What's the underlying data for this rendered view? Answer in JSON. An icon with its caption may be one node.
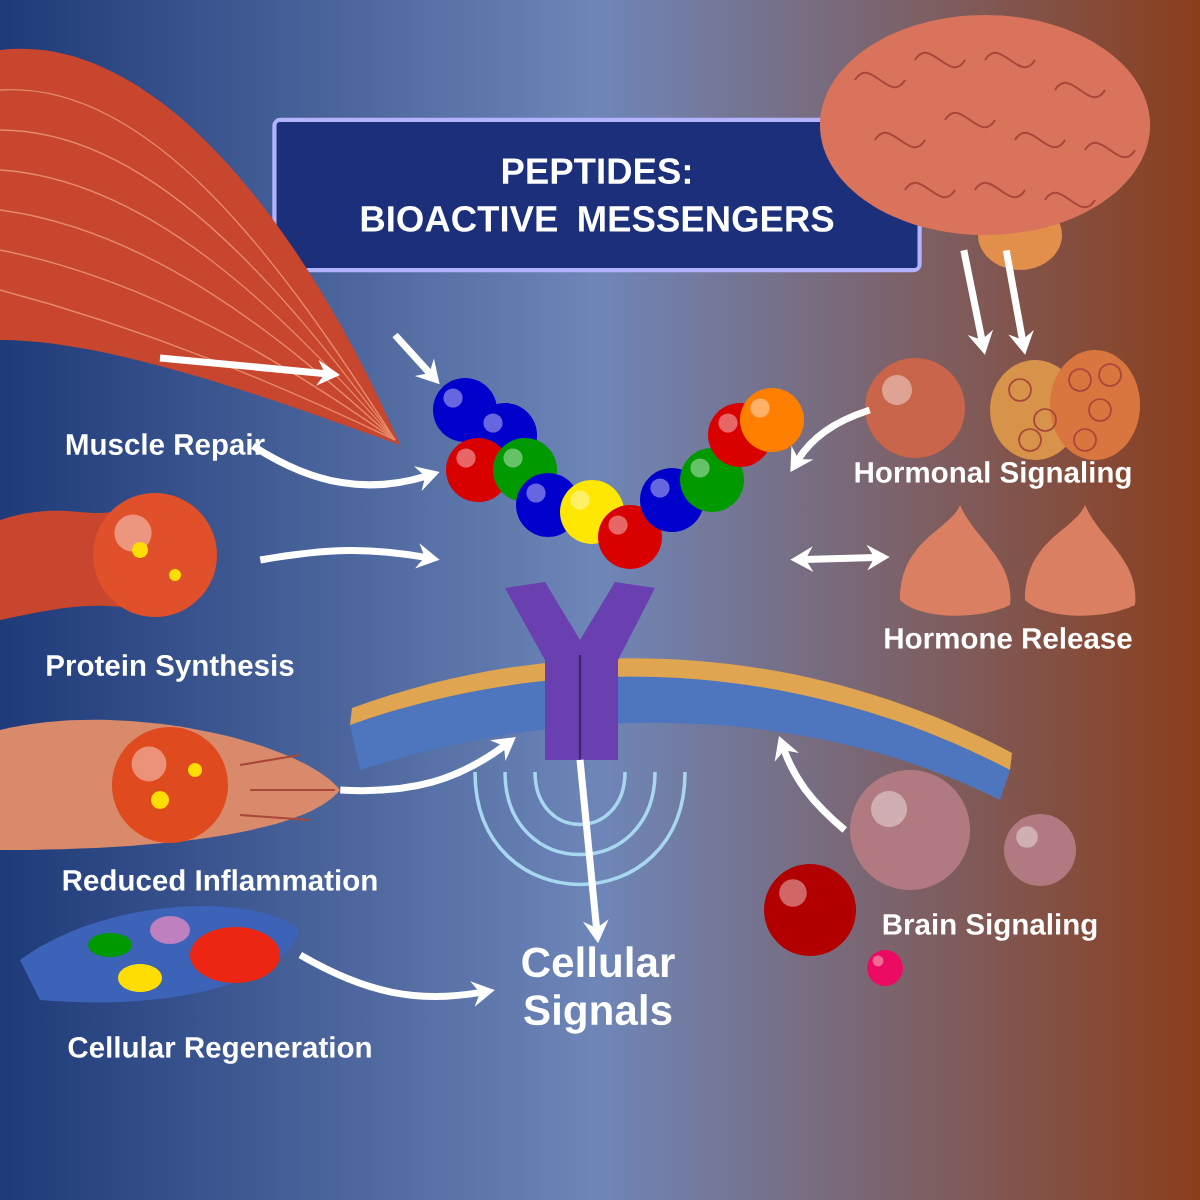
{
  "diagram": {
    "title": "PEPTIDES: BIOACTIVE MESSENGERS",
    "nodes": [
      {
        "text": [],
        "shape": "picture",
        "beside": [
          "Muscle Repair"
        ]
      },
      {
        "text": [],
        "shape": "picture"
      },
      {
        "text": [],
        "shape": "picture"
      },
      {
        "text": [],
        "shape": "picture",
        "beside": [
          "Hormonal Signaling"
        ]
      },
      {
        "text": [],
        "shape": "picture",
        "beside": [
          "Protein Synthesis"
        ]
      },
      {
        "text": [],
        "shape": "picture"
      },
      {
        "text": [],
        "shape": "picture",
        "beside": [
          "Hormone Release"
        ]
      },
      {
        "text": [],
        "shape": "picture"
      },
      {
        "text": [],
        "shape": "picture",
        "beside": [
          "Reduced Inflammation"
        ]
      },
      {
        "text": [
          "Brain Signaling"
        ]
      },
      {
        "text": [
          "Cellular Signals"
        ]
      },
      {
        "text": [],
        "shape": "picture",
        "beside": [
          "Cellular Regeneration"
        ]
      }
    ],
    "edges": [
      {
        "from": 0,
        "to": null,
        "arrow": "to"
      },
      {
        "from": null,
        "to": 1,
        "arrow": "to"
      },
      {
        "from": 0,
        "to": 1,
        "arrow": "to"
      },
      {
        "from": 2,
        "to": 3,
        "arrow": "to"
      },
      {
        "from": 2,
        "to": 3,
        "arrow": "to"
      },
      {
        "from": 3,
        "to": 1,
        "arrow": "to"
      },
      {
        "from": 4,
        "to": 1,
        "arrow": "to"
      },
      {
        "from": 6,
        "to": 1,
        "arrow": "both"
      },
      {
        "from": 8,
        "to": 7,
        "arrow": "to"
      },
      {
        "from": 9,
        "to": 7,
        "arrow": "to"
      },
      {
        "from": 5,
        "to": 10,
        "arrow": "to"
      },
      {
        "from": 11,
        "to": 10,
        "arrow": "to"
      }
    ]
  }
}
